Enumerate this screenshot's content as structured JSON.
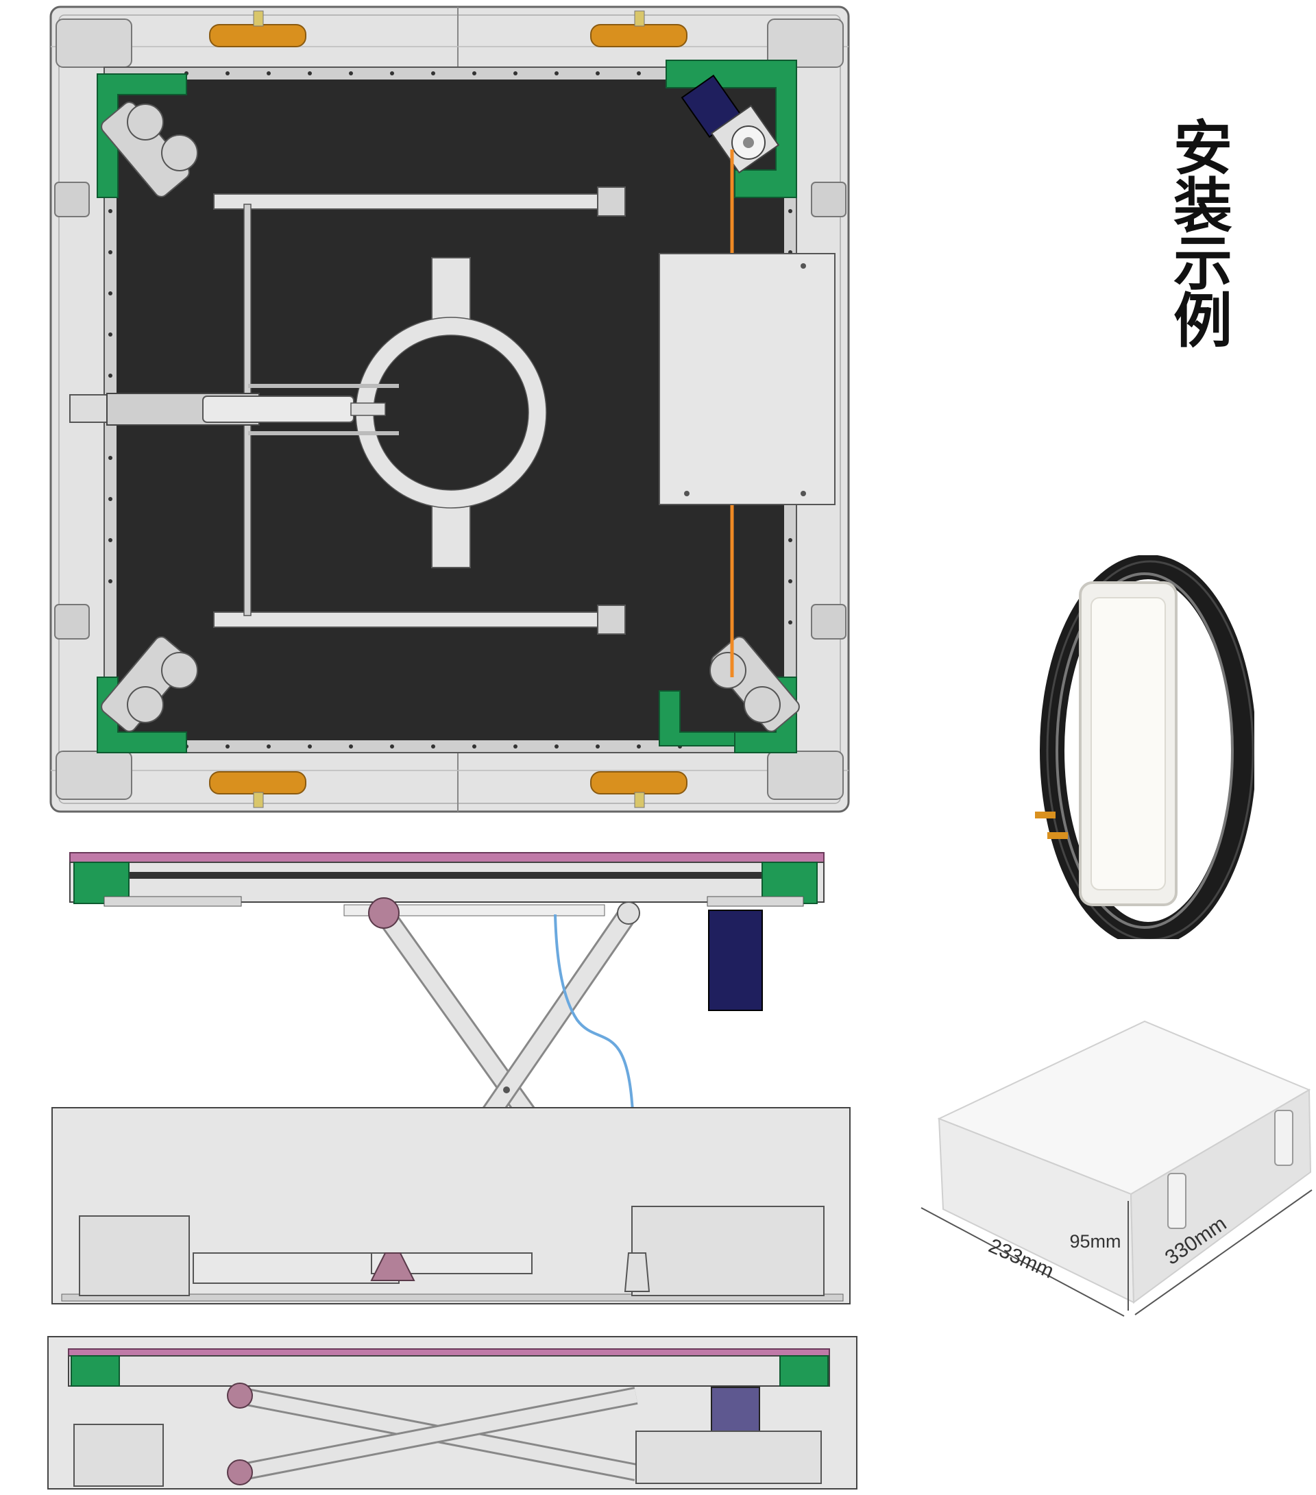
{
  "title": "安装示例",
  "title_chars": [
    "安",
    "装",
    "示",
    "例"
  ],
  "box_dimensions": {
    "height": "95mm",
    "width": "330mm",
    "depth": "233mm"
  },
  "colors": {
    "frame_green": "#1f9a55",
    "panel_dark": "#2a2a2a",
    "frame_gray": "#e3e3e3",
    "belt_orange": "#f08a24",
    "pulley_amber": "#d9901e",
    "motor_navy": "#1f1f5e",
    "rail_pink": "#c07aa8",
    "cable_blue": "#6aa8de",
    "hinge_mauve": "#b28098"
  },
  "icons": [
    "coil-cable-photo",
    "junction-box-photo",
    "actuator-cylinder",
    "scissor-lift",
    "gear-motor"
  ]
}
